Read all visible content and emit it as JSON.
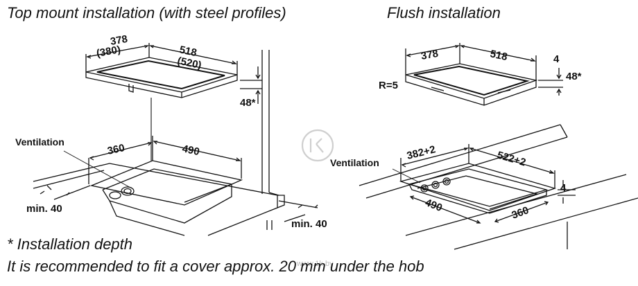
{
  "titles": {
    "top_mount": "Top mount installation (with steel profiles)",
    "flush": "Flush installation"
  },
  "top_mount": {
    "dim_depth": "378",
    "dim_depth_alt": "(380)",
    "dim_width": "518",
    "dim_width_alt": "(520)",
    "dim_height": "48*",
    "ventilation": "Ventilation",
    "cut_depth": "360",
    "cut_width": "490",
    "min_front": "min. 40",
    "min_side": "min. 40"
  },
  "flush": {
    "dim_depth": "378",
    "dim_width": "518",
    "radius": "R=5",
    "dim_lip": "4",
    "dim_height": "48*",
    "ventilation": "Ventilation",
    "recess_depth": "382+2",
    "recess_width": "522+2",
    "recess_lip": "4",
    "cut_width": "490",
    "cut_depth": "360"
  },
  "notes": {
    "depth_note": "* Installation depth",
    "cover_note": "It is recommended to fit a cover approx. 20 mm under the hob"
  },
  "watermark": "www.1k.by"
}
